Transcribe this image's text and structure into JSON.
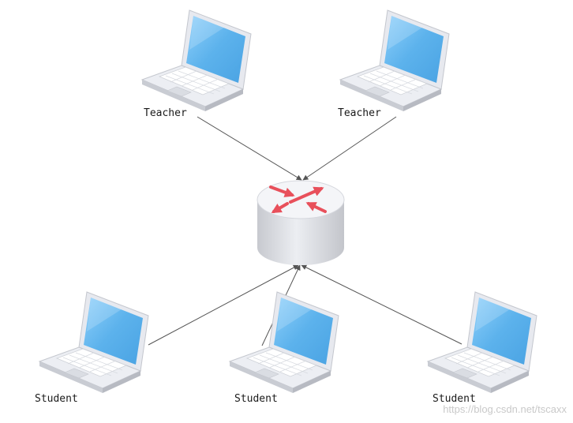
{
  "nodes": {
    "teacher_1": {
      "label": "Teacher"
    },
    "teacher_2": {
      "label": "Teacher"
    },
    "student_1": {
      "label": "Student"
    },
    "student_2": {
      "label": "Student"
    },
    "student_3": {
      "label": "Student"
    }
  },
  "watermark": "https://blog.csdn.net/tscaxx",
  "colors": {
    "screen": "#5cb2ec",
    "laptop_body": "#e6e8ee",
    "router_body": "#dcdee3",
    "router_arrows": "#e8505b",
    "connector": "#555555"
  }
}
